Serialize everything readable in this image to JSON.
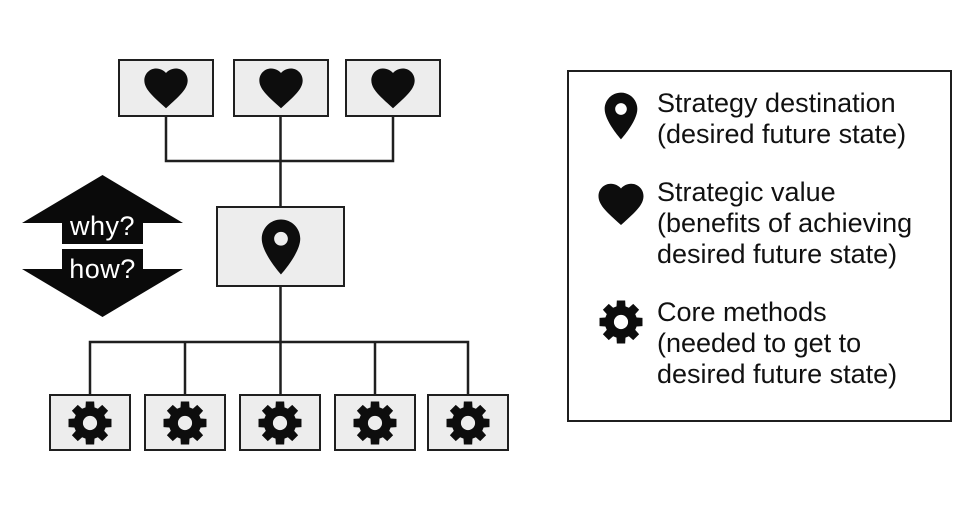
{
  "diagram": {
    "why_arrow": {
      "label": "why?",
      "direction": "up"
    },
    "how_arrow": {
      "label": "how?",
      "direction": "down"
    },
    "destination_node": {
      "icon": "location-pin"
    },
    "value_nodes": {
      "count": 3,
      "icon": "heart"
    },
    "method_nodes": {
      "count": 5,
      "icon": "gear"
    }
  },
  "legend": {
    "items": [
      {
        "icon": "location-pin",
        "lines": [
          "Strategy destination",
          "(desired future state)"
        ]
      },
      {
        "icon": "heart",
        "lines": [
          "Strategic value",
          "(benefits of achieving",
          "desired future state)"
        ]
      },
      {
        "icon": "gear",
        "lines": [
          "Core methods",
          "(needed to get to",
          "desired future state)"
        ]
      }
    ]
  },
  "colors": {
    "background": "#ffffff",
    "node_fill": "#ededed",
    "node_border": "#1f1f1f",
    "connector": "#1f1f1f",
    "icon": "#0d0d0d",
    "arrow_fill": "#0a0a0a",
    "arrow_text": "#ffffff"
  }
}
